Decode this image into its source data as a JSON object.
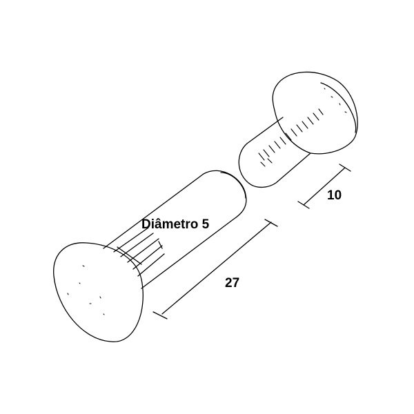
{
  "labels": {
    "diameter": "Diâmetro 5",
    "length_long": "27",
    "length_short": "10"
  }
}
